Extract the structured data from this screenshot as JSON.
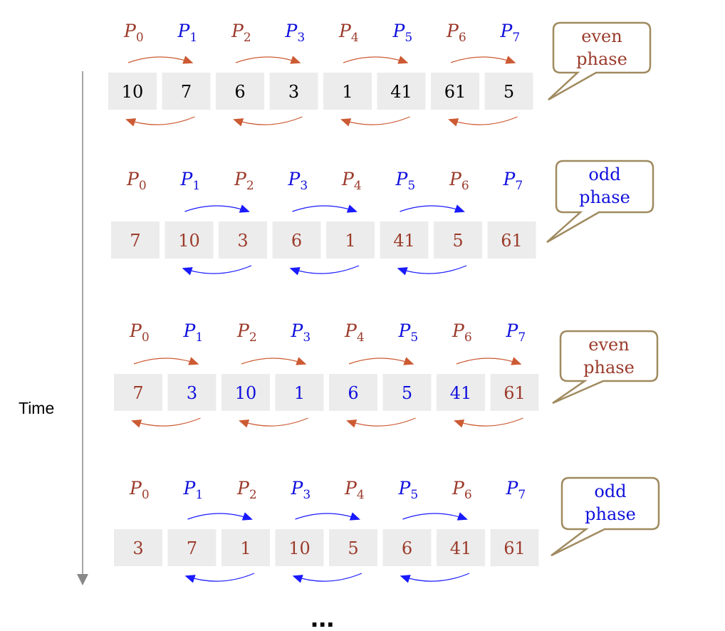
{
  "diagram": {
    "time_label": "Time",
    "ellipsis": "...",
    "processor_prefix": "P",
    "colors": {
      "brown": "#9b3b2b",
      "blue": "#1010dd",
      "black": "#000000",
      "arrow_even": "#cc5a33",
      "arrow_odd": "#1a1aff",
      "callout_border": "#a08a5f",
      "time_axis": "#888888"
    },
    "rows": [
      {
        "phase": "even",
        "callout": [
          "even",
          "phase"
        ],
        "callout_color": "brown",
        "values": [
          "10",
          "7",
          "6",
          "3",
          "1",
          "41",
          "61",
          "5"
        ],
        "value_color": "black"
      },
      {
        "phase": "odd",
        "callout": [
          "odd",
          "phase"
        ],
        "callout_color": "blue",
        "values": [
          "7",
          "10",
          "3",
          "6",
          "1",
          "41",
          "5",
          "61"
        ],
        "value_color": "brown"
      },
      {
        "phase": "even",
        "callout": [
          "even",
          "phase"
        ],
        "callout_color": "brown",
        "values": [
          "7",
          "3",
          "10",
          "1",
          "6",
          "5",
          "41",
          "61"
        ],
        "value_colors": [
          "brown",
          "blue",
          "blue",
          "blue",
          "blue",
          "blue",
          "blue",
          "brown"
        ]
      },
      {
        "phase": "odd",
        "callout": [
          "odd",
          "phase"
        ],
        "callout_color": "blue",
        "values": [
          "3",
          "7",
          "1",
          "10",
          "5",
          "6",
          "41",
          "61"
        ],
        "value_color": "brown"
      }
    ],
    "processors": [
      "0",
      "1",
      "2",
      "3",
      "4",
      "5",
      "6",
      "7"
    ]
  }
}
